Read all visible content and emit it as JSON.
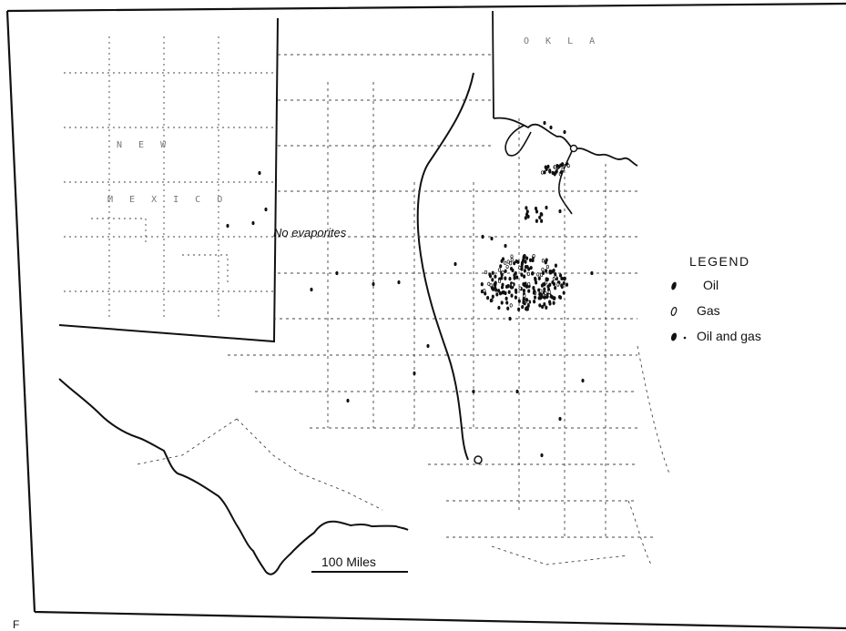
{
  "map": {
    "country_label": "M E X I C O",
    "state_label": "N E W",
    "top_right_label": "O K L A",
    "region_label": "No evaporites",
    "fields": [
      "oil",
      "gas",
      "oil-and-gas"
    ]
  },
  "legend": {
    "title": "LEGEND",
    "items": [
      {
        "label": "Oil",
        "symbol": "oil-symbol-icon"
      },
      {
        "label": "Gas",
        "symbol": "gas-symbol-icon"
      },
      {
        "label": "Oil and gas",
        "symbol": "oil-and-gas-symbol-icon"
      }
    ]
  },
  "scale": {
    "label": "100 Miles"
  },
  "caption_fragment": "F",
  "colors": {
    "ink": "#111111",
    "paper": "#ffffff",
    "faint": "#888888"
  }
}
